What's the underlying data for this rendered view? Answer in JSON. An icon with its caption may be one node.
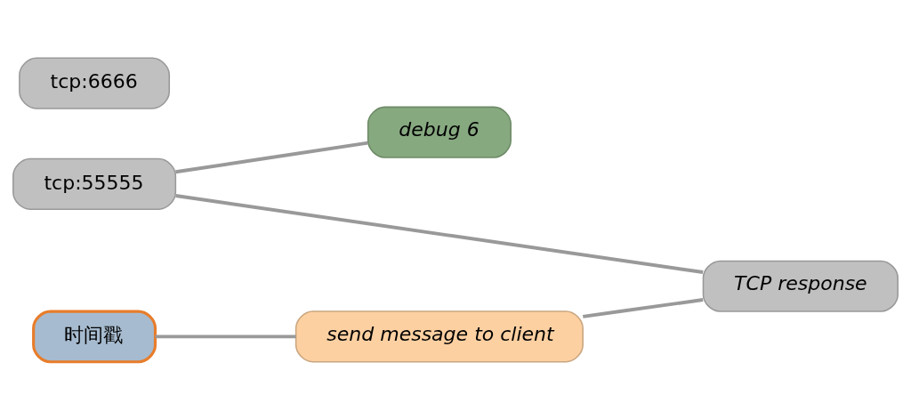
{
  "diagram": {
    "nodes": [
      {
        "text": [
          "debug 6"
        ]
      },
      {
        "text": [
          "tcp:6666"
        ]
      },
      {
        "text": [
          "TCP response"
        ]
      },
      {
        "text": [
          "tcp:55555"
        ]
      },
      {
        "text": [
          "时间戳"
        ]
      },
      {
        "text": [
          "send message to client"
        ]
      }
    ],
    "edges": [
      {
        "from": 3,
        "to": 0,
        "arrow": "none"
      },
      {
        "from": 3,
        "to": 2,
        "arrow": "none"
      },
      {
        "from": 4,
        "to": 5,
        "arrow": "none"
      },
      {
        "from": 5,
        "to": 2,
        "arrow": "none"
      }
    ]
  }
}
